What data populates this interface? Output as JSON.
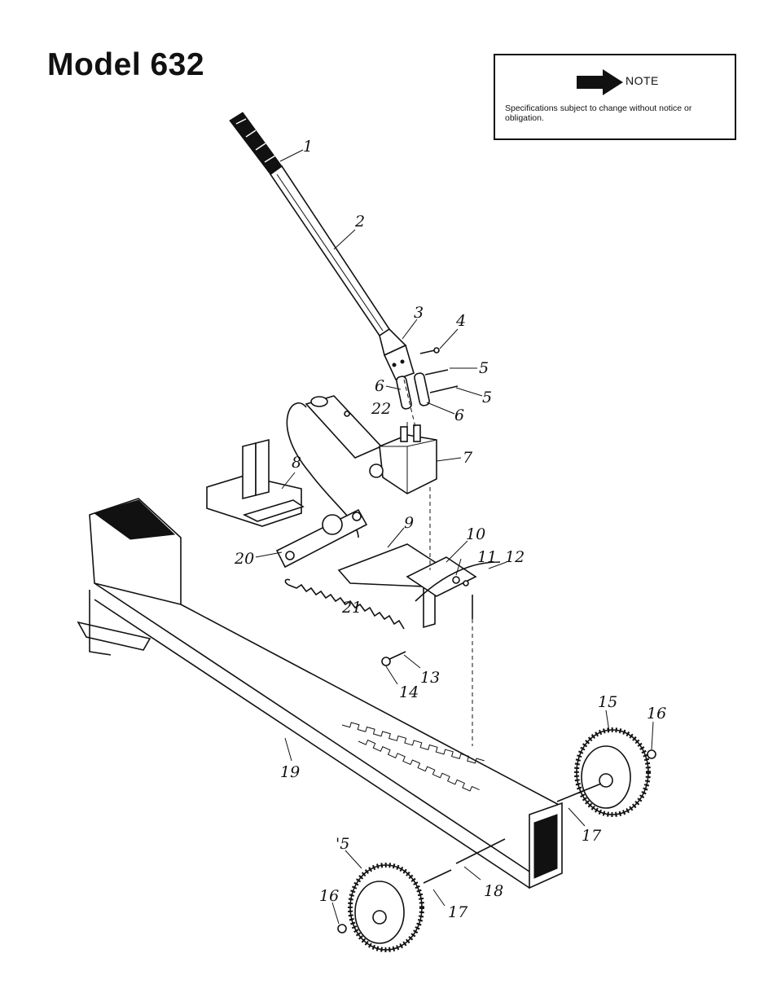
{
  "page": {
    "title": "Model 632"
  },
  "note": {
    "icon": "arrow-right-icon",
    "label": "NOTE",
    "text": "Specifications subject to change without notice or obligation."
  },
  "parts": {
    "p1": "1",
    "p2": "2",
    "p3": "3",
    "p4": "4",
    "p5a": "5",
    "p5b": "5",
    "p6a": "6",
    "p6b": "6",
    "p7": "7",
    "p8": "8",
    "p9": "9",
    "p10": "10",
    "p11": "11",
    "p12": "12",
    "p13": "13",
    "p14": "14",
    "p15a": "15",
    "p15b": "'5",
    "p16a": "16",
    "p16b": "16",
    "p17a": "17",
    "p17b": "17",
    "p18": "18",
    "p19": "19",
    "p20": "20",
    "p21": "21",
    "p22": "22"
  }
}
